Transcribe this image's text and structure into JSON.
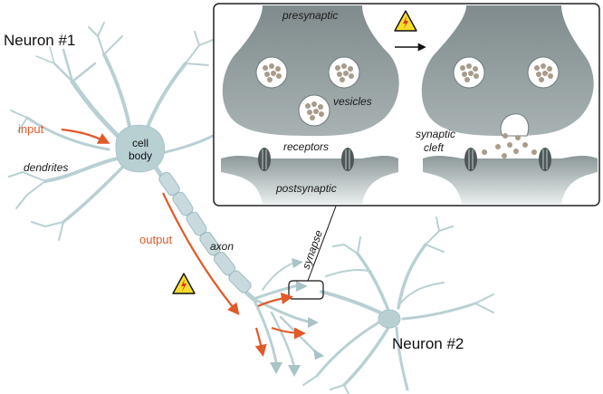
{
  "colors": {
    "neuron": "#b9d0d3",
    "neuron_dark": "#8fadb2",
    "synapse_fill": "#8f9b9c",
    "arrow": "#e05a2a",
    "warning_fill": "#f6dd2a",
    "text": "#111111"
  },
  "labels": {
    "neuron1": "Neuron #1",
    "neuron2": "Neuron #2",
    "input": "input",
    "output": "output",
    "dendrites": "dendrites",
    "cell_body_line1": "cell",
    "cell_body_line2": "body",
    "axon": "axon",
    "synapse": "synapse"
  },
  "inset": {
    "presynaptic": "presynaptic",
    "vesicles": "vesicles",
    "receptors": "receptors",
    "postsynaptic": "postsynaptic",
    "synaptic_cleft_line1": "synaptic",
    "synaptic_cleft_line2": "cleft"
  },
  "icons": [
    "warning-lightning-icon",
    "arrow-right-icon"
  ]
}
